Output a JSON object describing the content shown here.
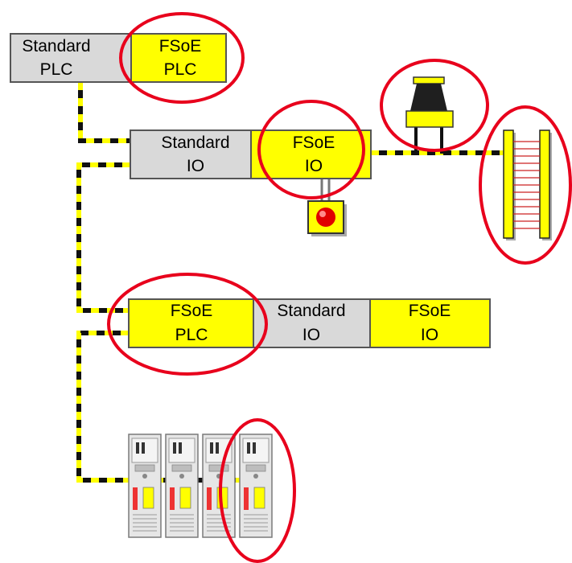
{
  "colors": {
    "safety_yellow": "#ffff00",
    "standard_gray": "#d9d9d9",
    "highlight_red": "#e8001c",
    "cable_black": "#111111",
    "cable_yellow": "#ffff00",
    "stop_button_red": "#e00000",
    "tower_dark": "#1f1f1f",
    "light_curtain_beam": "#cc2222"
  },
  "top_plc": {
    "standard": {
      "line1": "Standard",
      "line2": "PLC"
    },
    "fsoe": {
      "line1": "FSoE",
      "line2": "PLC"
    }
  },
  "io_block": {
    "standard": {
      "line1": "Standard",
      "line2": "IO"
    },
    "fsoe": {
      "line1": "FSoE",
      "line2": "IO"
    }
  },
  "lower_block": {
    "fsoe_plc": {
      "line1": "FSoE",
      "line2": "PLC"
    },
    "standard_io": {
      "line1": "Standard",
      "line2": "IO"
    },
    "fsoe_io": {
      "line1": "FSoE",
      "line2": "IO"
    }
  },
  "devices": {
    "emergency_stop_icon": "emergency-stop-button",
    "signal_tower_icon": "safety-signal-tower",
    "light_curtain_icon": "safety-light-curtain",
    "drives_icon": "servo-drive-modules",
    "drive_count": 4
  }
}
